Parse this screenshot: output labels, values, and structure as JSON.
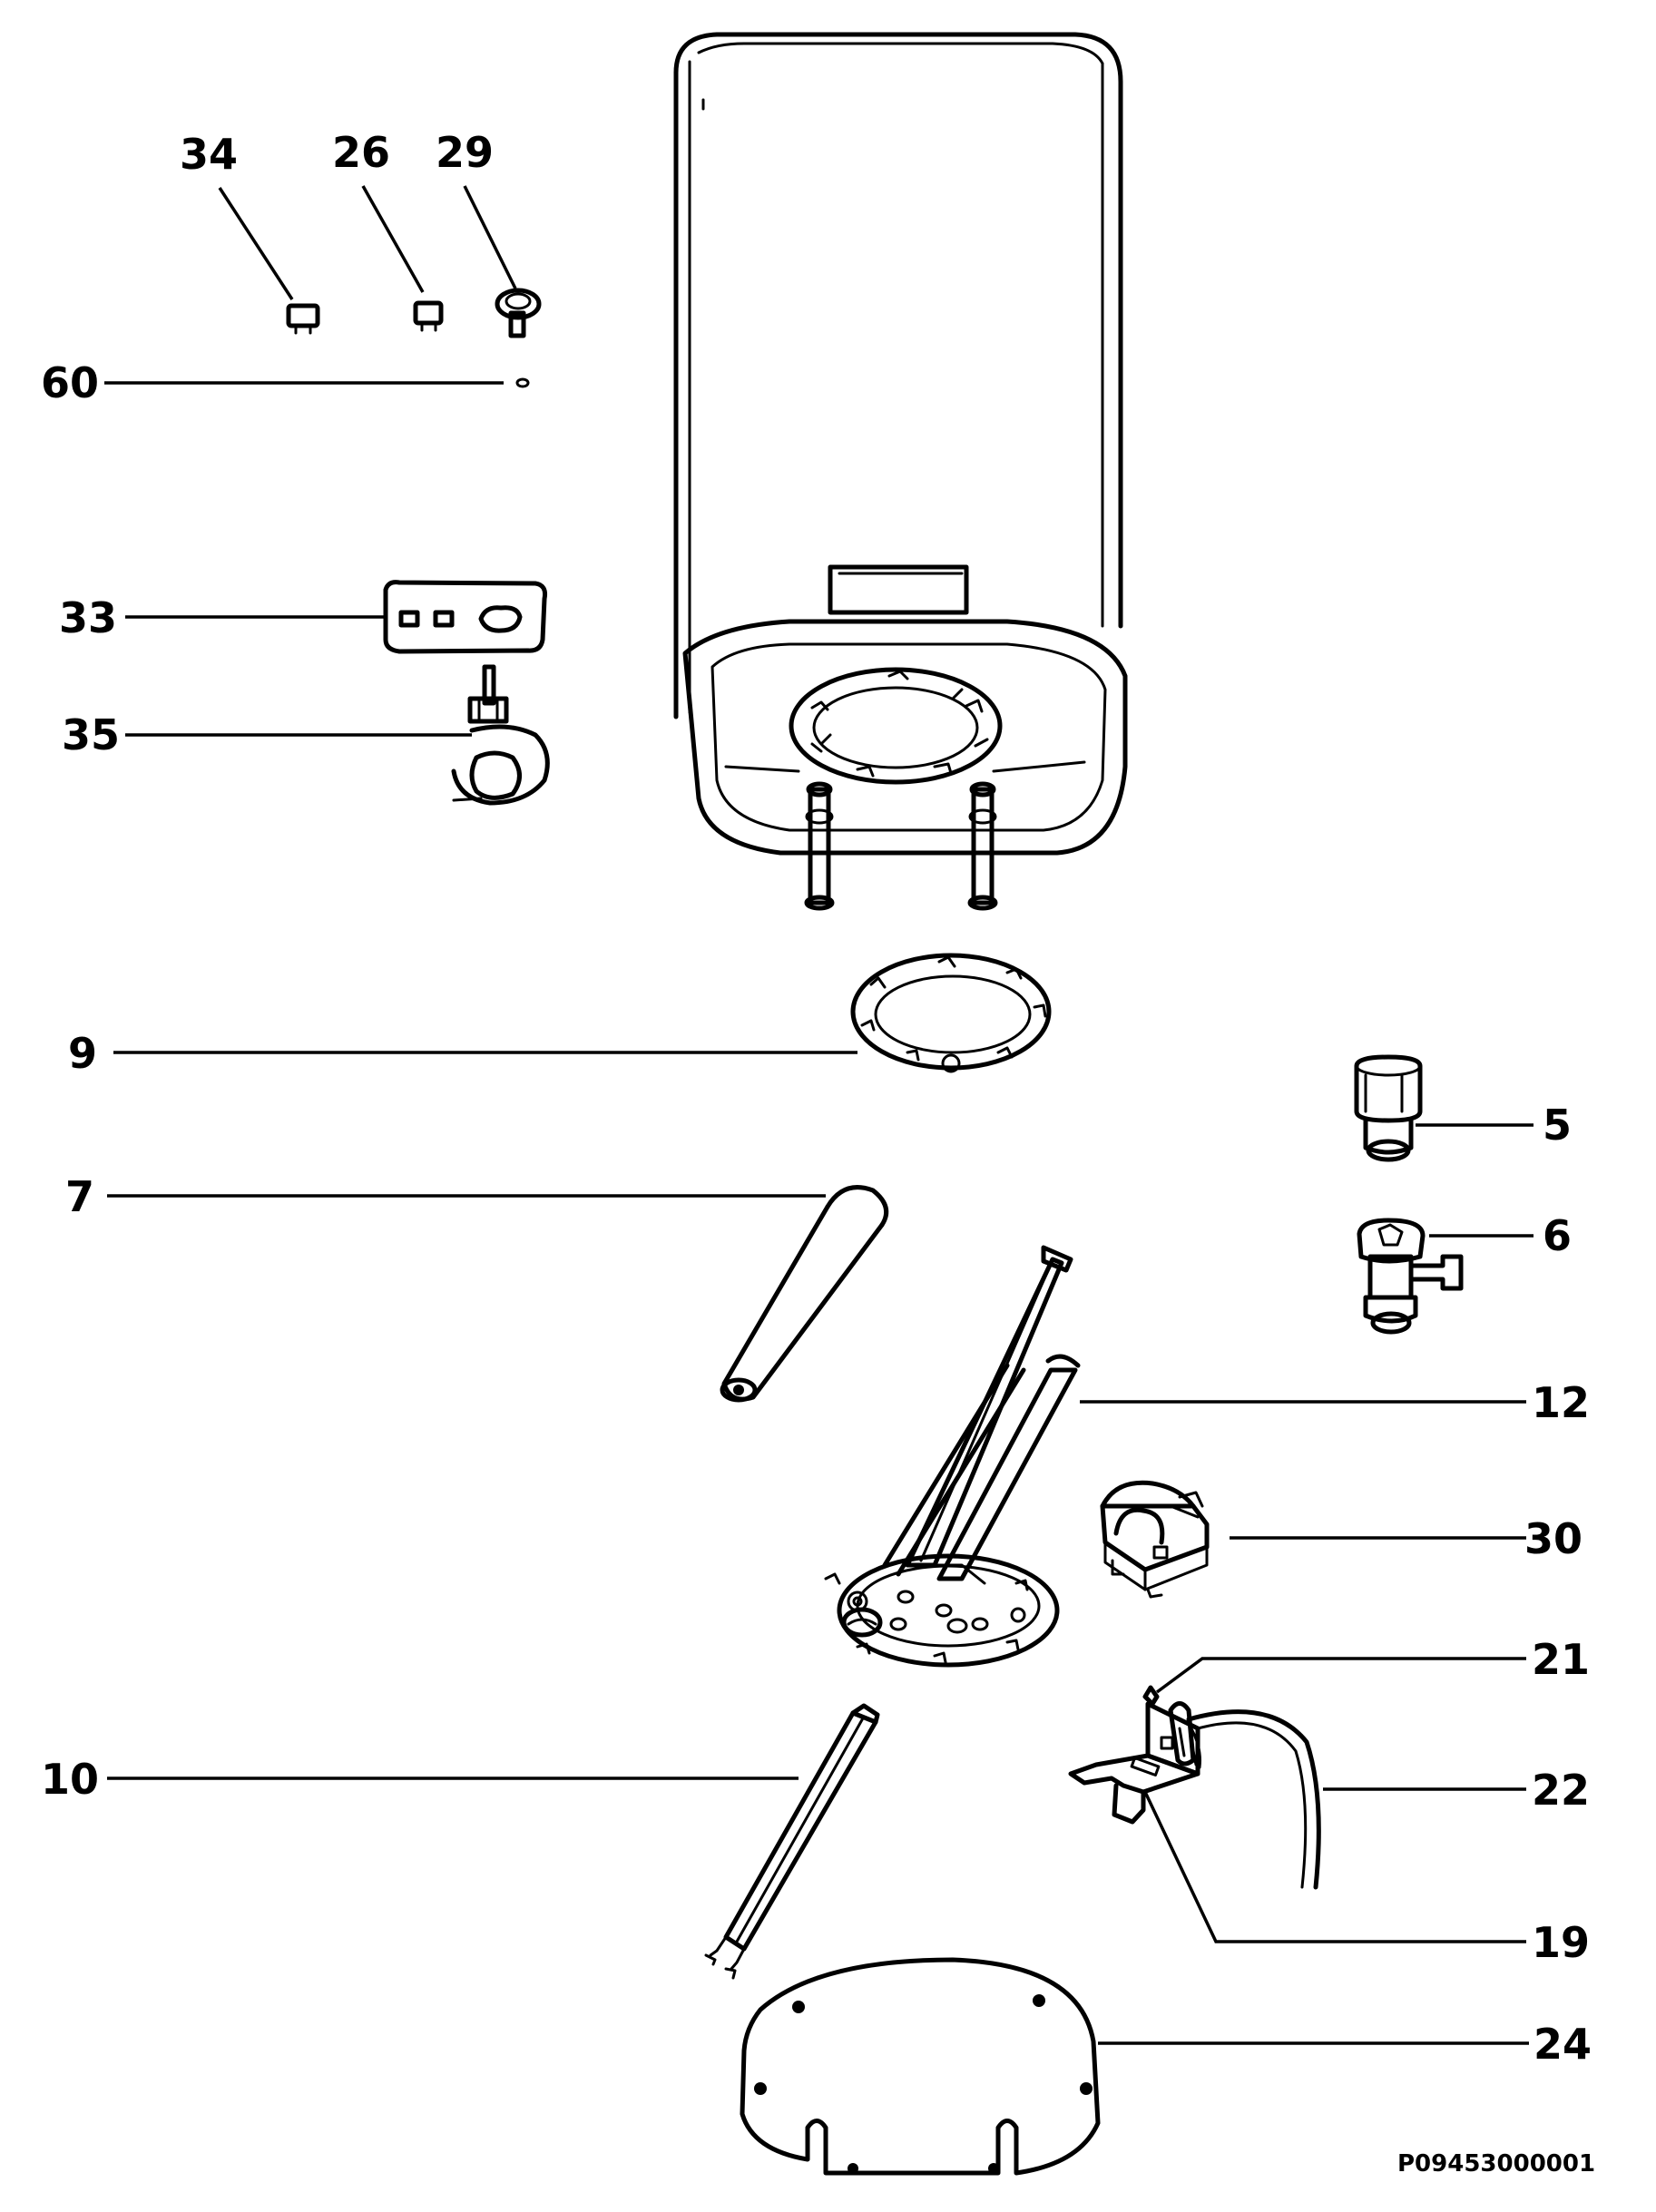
{
  "labels": [
    "34",
    "26",
    "29",
    "60",
    "33",
    "35",
    "9",
    "5",
    "7",
    "6",
    "12",
    "30",
    "21",
    "10",
    "22",
    "19",
    "24"
  ],
  "reference_code": "P09453000001"
}
